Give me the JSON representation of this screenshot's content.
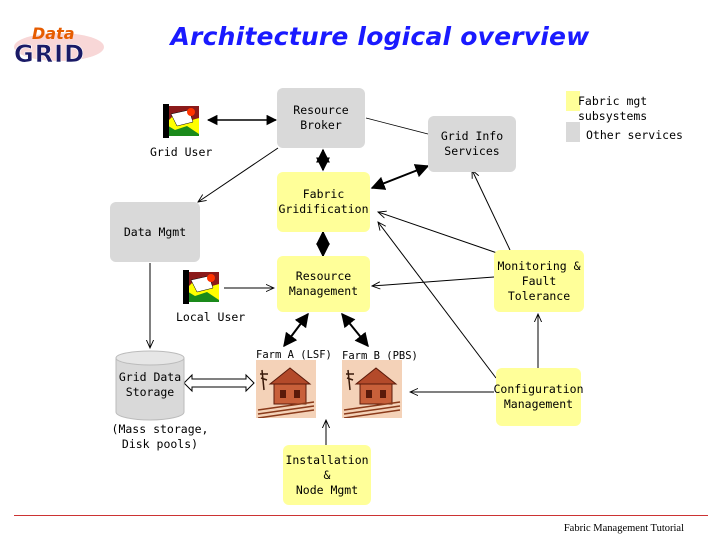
{
  "title": "Architecture logical overview",
  "logo": {
    "line1": "Data",
    "line2": "GRID"
  },
  "legend": {
    "fabric": {
      "label": "Fabric mgt subsystems",
      "color": "#ffff99"
    },
    "other": {
      "label": "Other services",
      "color": "#d9d9d9"
    }
  },
  "nodes": {
    "resource_broker": "Resource\nBroker",
    "grid_info": "Grid Info\nServices",
    "fabric_gridification": "Fabric\nGridification",
    "data_mgmt": "Data Mgmt",
    "resource_management": "Resource\nManagement",
    "monitoring": "Monitoring &\nFault Tolerance",
    "configuration": "Configuration\nManagement",
    "installation": "Installation &\nNode Mgmt"
  },
  "labels": {
    "grid_user": "Grid User",
    "local_user": "Local User",
    "farm_a": "Farm A (LSF)",
    "farm_b": "Farm B (PBS)",
    "grid_data_storage": "Grid Data\nStorage",
    "mass_storage": "(Mass storage,\nDisk pools)"
  },
  "footer": "Fabric Management Tutorial",
  "colors": {
    "title": "#1a1aff",
    "fabric_box": "#ffff99",
    "other_box": "#d9d9d9",
    "footer_line": "#cc3333"
  }
}
